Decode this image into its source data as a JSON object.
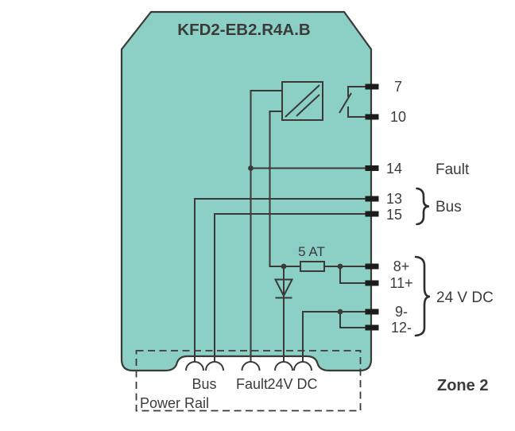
{
  "device": {
    "title": "KFD2-EB2.R4A.B",
    "terminals": {
      "t7": "7",
      "t10": "10",
      "t14": "14",
      "t13": "13",
      "t15": "15",
      "t8": "8+",
      "t11": "11+",
      "t9": "9-",
      "t12": "12-"
    },
    "group_labels": {
      "fault": "Fault",
      "bus": "Bus",
      "vdc": "24 V DC"
    },
    "fuse_label": "5 AT"
  },
  "power_rail": {
    "label": "Power Rail",
    "contact_labels": {
      "bus": "Bus",
      "fault": "Fault",
      "vdc": "24V DC"
    }
  },
  "zone_label": "Zone 2",
  "colors": {
    "device_body": "#8bcfc5",
    "outline": "#3a3a39",
    "terminal_block": "#1c1c1b",
    "text": "#3b3b3a",
    "background": "#ffffff"
  }
}
